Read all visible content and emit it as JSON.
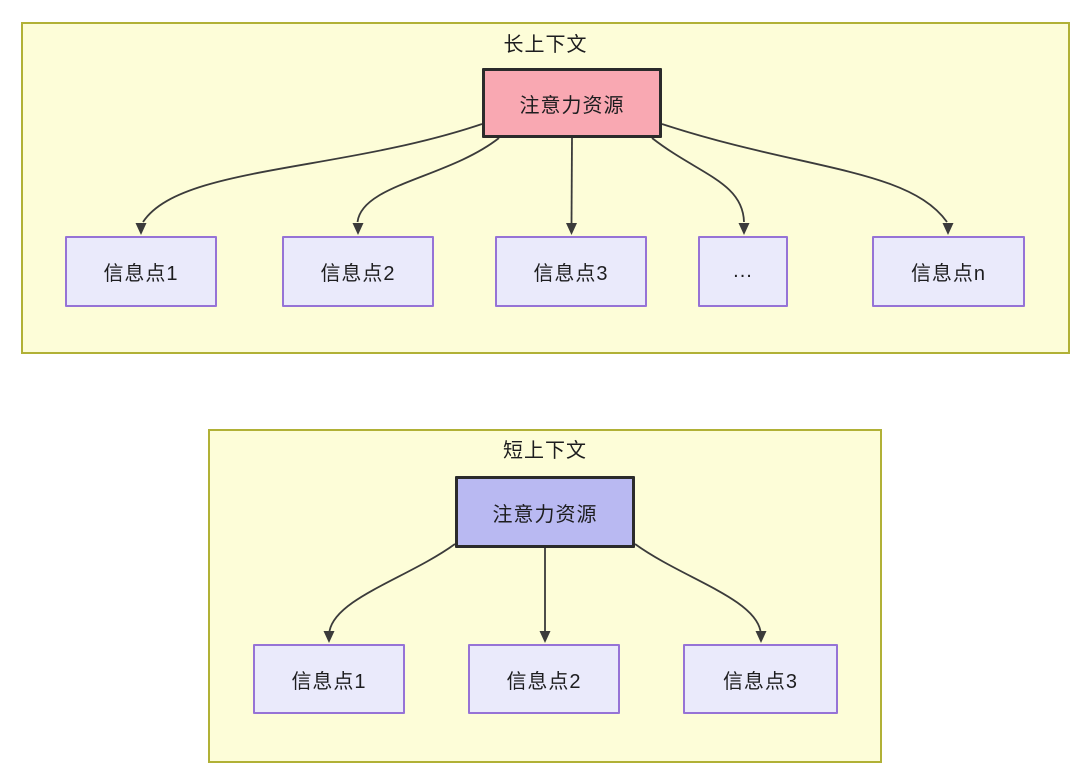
{
  "colors": {
    "panel_background": "#FDFDD8",
    "panel_border": "#B1B136",
    "long_source_fill": "#F9A8B2",
    "short_source_fill": "#B9B9F2",
    "info_box_fill": "#EAEAFB",
    "info_box_border": "#9673D6",
    "arrow": "#3B3B3B",
    "text": "#1d1d1f"
  },
  "panels": [
    {
      "title": "长上下文",
      "source": {
        "label": "注意力资源",
        "fill": "#F9A8B2"
      },
      "targets": [
        {
          "label": "信息点1"
        },
        {
          "label": "信息点2"
        },
        {
          "label": "信息点3"
        },
        {
          "label": "..."
        },
        {
          "label": "信息点n"
        }
      ]
    },
    {
      "title": "短上下文",
      "source": {
        "label": "注意力资源",
        "fill": "#B9B9F2"
      },
      "targets": [
        {
          "label": "信息点1"
        },
        {
          "label": "信息点2"
        },
        {
          "label": "信息点3"
        }
      ]
    }
  ]
}
